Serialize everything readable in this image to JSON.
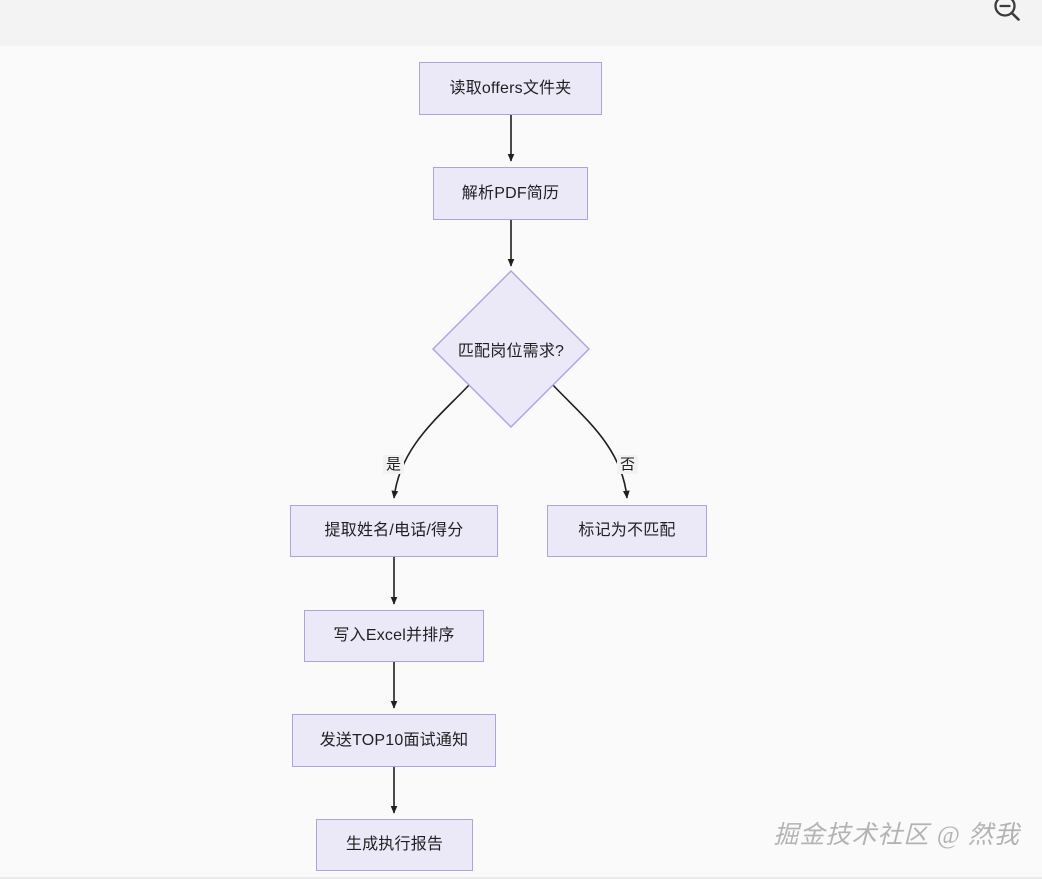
{
  "toolbar": {
    "zoom_out_icon": "zoom-out-icon"
  },
  "watermark": {
    "text": "掘金技术社区 @ 然我"
  },
  "diagram": {
    "type": "flowchart",
    "direction": "top-down",
    "theme": {
      "node_fill": "#ebe8f8",
      "node_border": "#b0a2dd",
      "edge_color": "#1f1f1f",
      "canvas_background": "#fafafa",
      "toolbar_background": "#f3f3f4",
      "text_color": "#1f1f1f"
    },
    "nodes": [
      {
        "id": "n1",
        "label": "读取offers文件夹",
        "shape": "rect"
      },
      {
        "id": "n2",
        "label": "解析PDF简历",
        "shape": "rect"
      },
      {
        "id": "n3",
        "label": "匹配岗位需求?",
        "shape": "diamond"
      },
      {
        "id": "n4",
        "label": "提取姓名/电话/得分",
        "shape": "rect"
      },
      {
        "id": "n5",
        "label": "标记为不匹配",
        "shape": "rect"
      },
      {
        "id": "n6",
        "label": "写入Excel并排序",
        "shape": "rect"
      },
      {
        "id": "n7",
        "label": "发送TOP10面试通知",
        "shape": "rect"
      },
      {
        "id": "n8",
        "label": "生成执行报告",
        "shape": "rect"
      }
    ],
    "edges": [
      {
        "from": "n1",
        "to": "n2",
        "label": ""
      },
      {
        "from": "n2",
        "to": "n3",
        "label": ""
      },
      {
        "from": "n3",
        "to": "n4",
        "label": "是"
      },
      {
        "from": "n3",
        "to": "n5",
        "label": "否"
      },
      {
        "from": "n4",
        "to": "n6",
        "label": ""
      },
      {
        "from": "n6",
        "to": "n7",
        "label": ""
      },
      {
        "from": "n7",
        "to": "n8",
        "label": ""
      }
    ],
    "edge_labels": {
      "yes": "是",
      "no": "否"
    }
  }
}
